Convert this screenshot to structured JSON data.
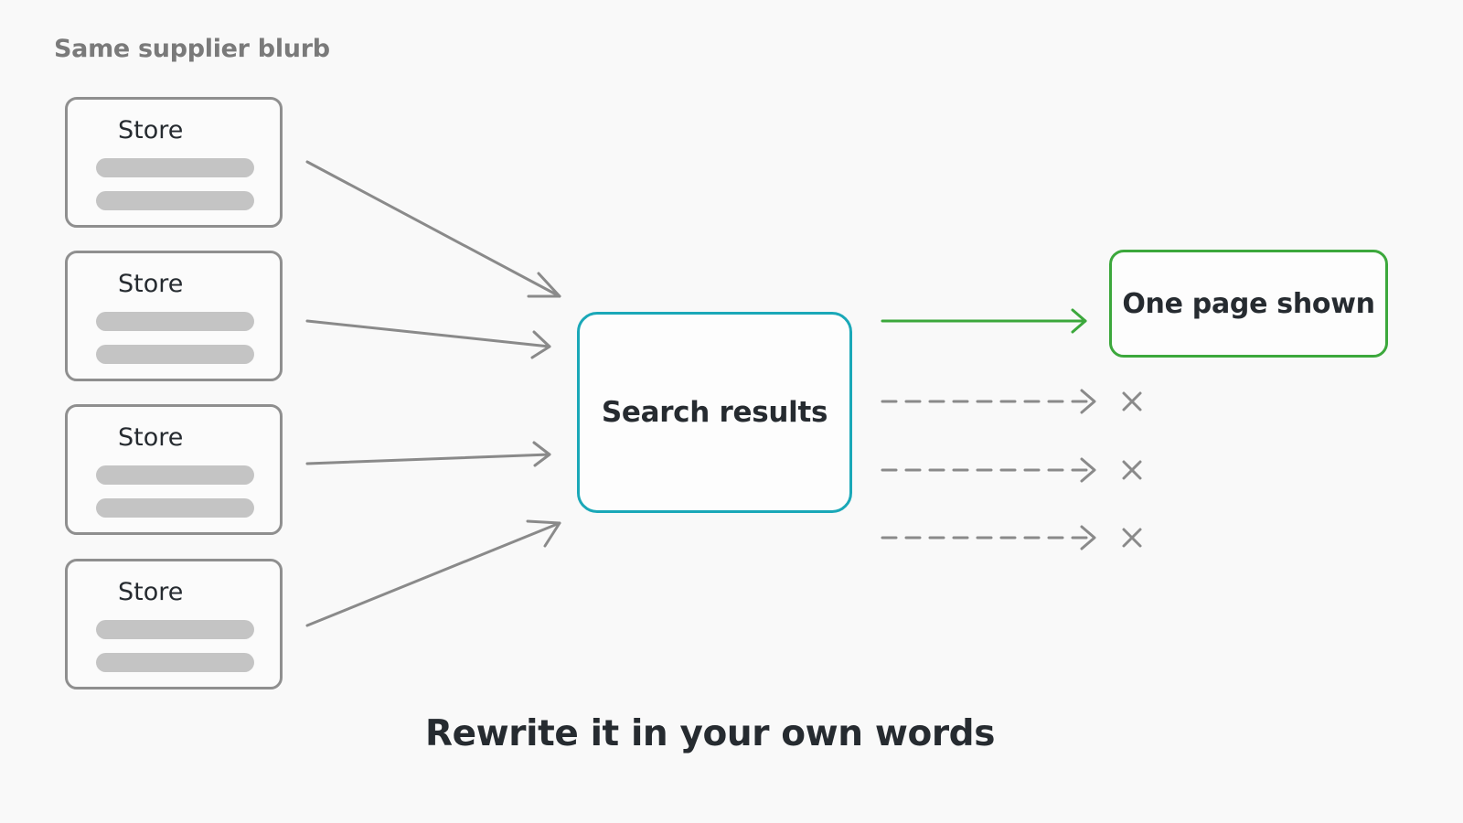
{
  "diagram": {
    "top_label": "Same supplier blurb",
    "stores": [
      {
        "label": "Store"
      },
      {
        "label": "Store"
      },
      {
        "label": "Store"
      },
      {
        "label": "Store"
      }
    ],
    "hub": {
      "label": "Search results"
    },
    "result": {
      "label": "One page shown"
    },
    "rejected_count": 3,
    "caption": "Rewrite it in your own words",
    "colors": {
      "store_border": "#8f8f8f",
      "placeholder_line": "#c4c4c4",
      "input_arrow": "#8a8a8a",
      "hub_border": "#1aa8b8",
      "result_border": "#3ca83c",
      "result_arrow": "#3ca83c",
      "rejected_arrow": "#8a8a8a",
      "reject_mark": "#8a8a8a",
      "text": "#262b30",
      "muted_text": "#7a7a7a"
    }
  }
}
